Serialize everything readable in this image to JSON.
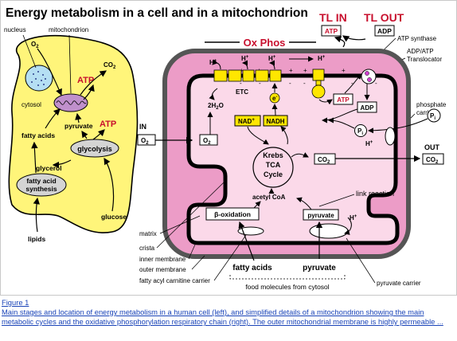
{
  "figure": {
    "title": "Energy metabolism in a cell and in a mitochondrion",
    "cell": {
      "nucleus": "nucleus",
      "mitochondrion": "mitochondrion",
      "o2": "O",
      "o2_sub": "2",
      "co2": "CO",
      "co2_sub": "2",
      "atp_top": "ATP",
      "cytosol": "cytosol",
      "pyruvate": "pyruvate",
      "atp_mid": "ATP",
      "fatty_acids": "fatty acids",
      "glycolysis": "glycolysis",
      "glycerol": "glycerol",
      "fas_line1": "fatty acid",
      "fas_line2": "synthesis",
      "glucose": "glucose",
      "lipids": "lipids"
    },
    "mito": {
      "tl_in": "TL IN",
      "tl_out": "TL OUT",
      "atp_in": "ATP",
      "adp_out": "ADP",
      "ox_phos": "Ox Phos",
      "atp_synthase": "ATP synthase",
      "translocator_line1": "ADP/ATP",
      "translocator_line2": "Translocator",
      "phosphate_line1": "phosphate",
      "phosphate_line2": "carrier",
      "hplus": "H",
      "hplus_sup": "+",
      "etc": "ETC",
      "water": "2H",
      "water_sub": "2",
      "water_o": "O",
      "electron": "e",
      "electron_sup": "-",
      "atp_inner": "ATP",
      "adp_inner": "ADP",
      "nadplus": "NAD",
      "nadplus_sup": "+",
      "nadh": "NADH",
      "pi": "P",
      "pi_sub": "i",
      "in_label": "IN",
      "o2_in": "O",
      "o2_in_sub": "2",
      "o2_inner": "O",
      "o2_inner_sub": "2",
      "krebs1": "Krebs",
      "krebs2": "TCA",
      "krebs3": "Cycle",
      "co2_inner": "CO",
      "co2_inner_sub": "2",
      "out_label": "OUT",
      "co2_out": "CO",
      "co2_out_sub": "2",
      "acetyl_coa": "acetyl CoA",
      "link_reaction": "link reaction",
      "beta_oxidation": "β-oxidation",
      "pyruvate_inner": "pyruvate",
      "matrix": "matrix",
      "crista": "crista",
      "inner_membrane": "inner membrane",
      "outer_membrane": "outer membrane",
      "facc": "fatty acyl carnitine carrier",
      "fatty_acids": "fatty acids",
      "pyruvate_bottom": "pyruvate",
      "food": "food molecules from cytosol",
      "pyruvate_carrier": "pyruvate carrier"
    }
  },
  "caption": {
    "label": "Figure 1",
    "text": "Main stages and location of energy metabolism in a human cell (left), and simplified details of a mitochondrion showing the main metabolic cycles and the oxidative phosphorylation respiratory chain (right). The outer mitochondrial membrane is highly permeable ..."
  },
  "colors": {
    "cell_fill": "#fff57a",
    "mito_outer": "#ec9cc7",
    "mito_matrix": "#fbd9e9",
    "yellow_protein": "#ffe600",
    "red_text": "#c8102e",
    "link_blue": "#1a44b8",
    "grey_box": "#d4d4d4"
  }
}
